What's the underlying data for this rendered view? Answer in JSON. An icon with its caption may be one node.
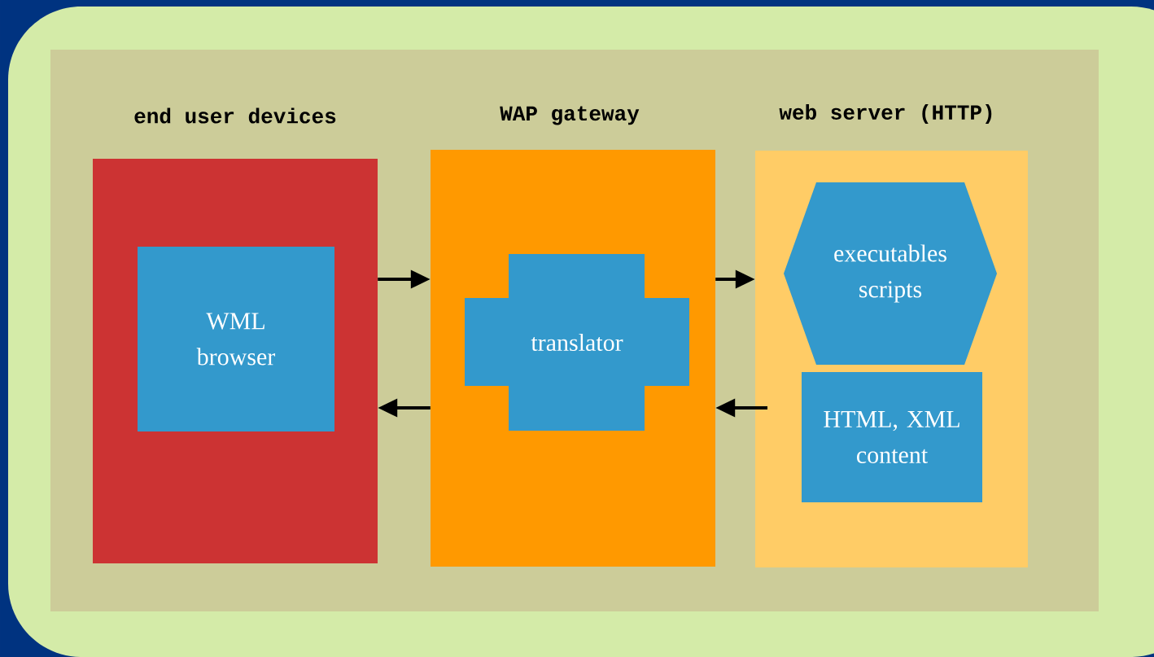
{
  "diagram": {
    "nodes": [
      {
        "text": [
          "end user devices"
        ]
      },
      {
        "text": [
          "WML browser"
        ],
        "in": 0
      },
      {
        "text": [
          "WAP gateway"
        ]
      },
      {
        "text": [
          "translator"
        ],
        "in": 2
      },
      {
        "text": [
          "web server (HTTP)"
        ]
      },
      {
        "text": [
          "executables scripts"
        ],
        "in": 4
      },
      {
        "text": [
          "HTML, XML content"
        ],
        "in": 4
      }
    ],
    "edges": [
      {
        "from": 0,
        "to": 2,
        "arrow": "to"
      },
      {
        "from": 2,
        "to": 0,
        "arrow": "to"
      },
      {
        "from": 2,
        "to": 4,
        "arrow": "to"
      },
      {
        "from": 4,
        "to": 2,
        "arrow": "to"
      }
    ]
  }
}
